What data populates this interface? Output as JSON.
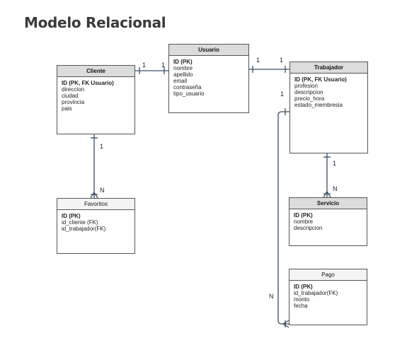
{
  "page": {
    "title": "Modelo Relacional"
  },
  "entities": {
    "cliente": {
      "title": "Cliente",
      "attributes": [
        "ID (PK, FK Usuario)",
        "direccion",
        "ciudad",
        "provincia",
        "pais"
      ]
    },
    "usuario": {
      "title": "Usuario",
      "attributes": [
        "ID (PK)",
        "nombre",
        "apellido",
        "email",
        "contraseña",
        "tipo_usuario"
      ]
    },
    "trabajador": {
      "title": "Trabajador",
      "attributes": [
        "ID (PK, FK Usuario)",
        "profesion",
        "descripcion",
        "precio_hora",
        "estado_membresia"
      ]
    },
    "favoritos": {
      "title": "Favoritos",
      "attributes": [
        "ID (PK)",
        "id_cliente (FK)",
        "id_trabajador(FK)"
      ]
    },
    "servicio": {
      "title": "Servicio",
      "attributes": [
        "ID (PK)",
        "nombre",
        "descripcion"
      ]
    },
    "pago": {
      "title": "Pago",
      "attributes": [
        "ID (PK)",
        "id_trabajador(FK)",
        "monto",
        "fecha"
      ]
    }
  },
  "cardinalities": {
    "cliente_usuario_left": "1",
    "cliente_usuario_right": "1",
    "usuario_trabajador_left": "1",
    "usuario_trabajador_right": "1",
    "cliente_favoritos_top": "1",
    "cliente_favoritos_bottom": "N",
    "trabajador_servicio_top": "1",
    "trabajador_servicio_bottom": "N",
    "trabajador_pago_top": "1",
    "trabajador_pago_bottom": "N"
  }
}
